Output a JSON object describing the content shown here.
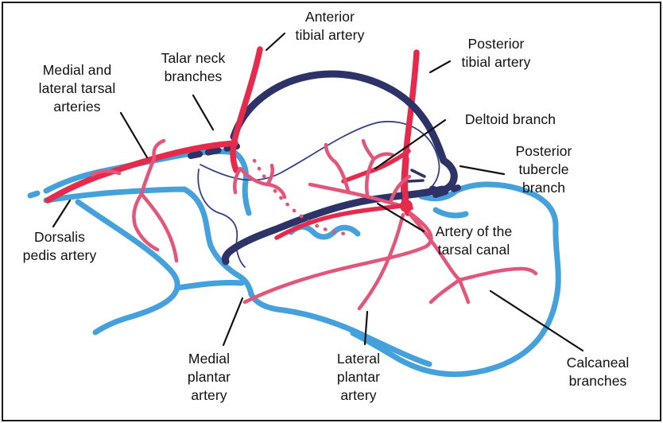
{
  "labels": {
    "anterior_tibial_artery": "Anterior\ntibial artery",
    "posterior_tibial_artery": "Posterior\ntibial artery",
    "talar_neck_branches": "Talar neck\nbranches",
    "medial_lateral_tarsal_arteries": "Medial and\nlateral tarsal\narteries",
    "dorsalis_pedis_artery": "Dorsalis\npedis artery",
    "deltoid_branch": "Deltoid branch",
    "posterior_tubercle_branch": "Posterior\ntubercle\nbranch",
    "artery_of_tarsal_canal": "Artery of the\ntarsal canal",
    "medial_plantar_artery": "Medial\nplantar\nartery",
    "lateral_plantar_artery": "Lateral\nplantar\nartery",
    "calcaneal_branches": "Calcaneal\nbranches"
  },
  "colors": {
    "artery_red": "#e62a4c",
    "artery_pink": "#e35579",
    "loop_navy": "#2d3267",
    "outline_navy": "#33418a",
    "bone_blue": "#45a1dc",
    "leader_black": "#111111",
    "text_black": "#111111",
    "border_black": "#1a1a1a",
    "background": "#ffffff"
  }
}
